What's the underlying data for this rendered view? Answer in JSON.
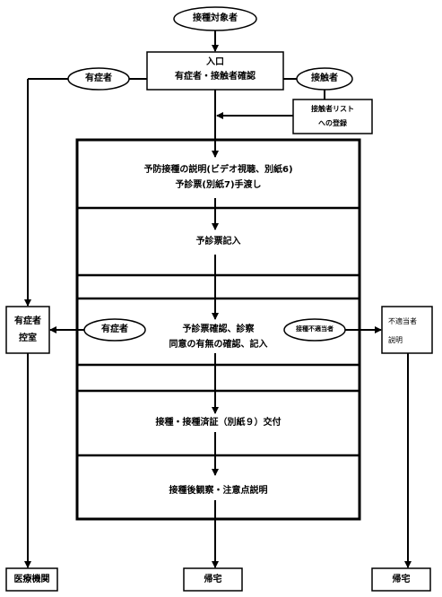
{
  "nodes": {
    "target": "接種対象者",
    "entrance_title": "入口",
    "entrance_sub": "有症者・接触者確認",
    "symptomatic_top": "有症者",
    "contact": "接触者",
    "contact_list_1": "接触者リスト",
    "contact_list_2": "への登録",
    "step1_line1": "予防接種の説明(ビデオ視聴、別紙6)",
    "step1_line2": "予診票(別紙7)手渡し",
    "step2": "予診票記入",
    "step3_line1": "予診票確認、診察",
    "step3_line2": "同意の有無の確認、記入",
    "symptomatic_mid": "有症者",
    "ineligible_tag": "接種不適当者",
    "step4": "接種・接種済証（別紙９）交付",
    "step5": "接種後観察・注意点説明",
    "waiting_room_1": "有症者",
    "waiting_room_2": "控室",
    "ineligible_1": "不適当者",
    "ineligible_2": "説明",
    "end_medical": "医療機関",
    "end_home_center": "帰宅",
    "end_home_right": "帰宅"
  }
}
